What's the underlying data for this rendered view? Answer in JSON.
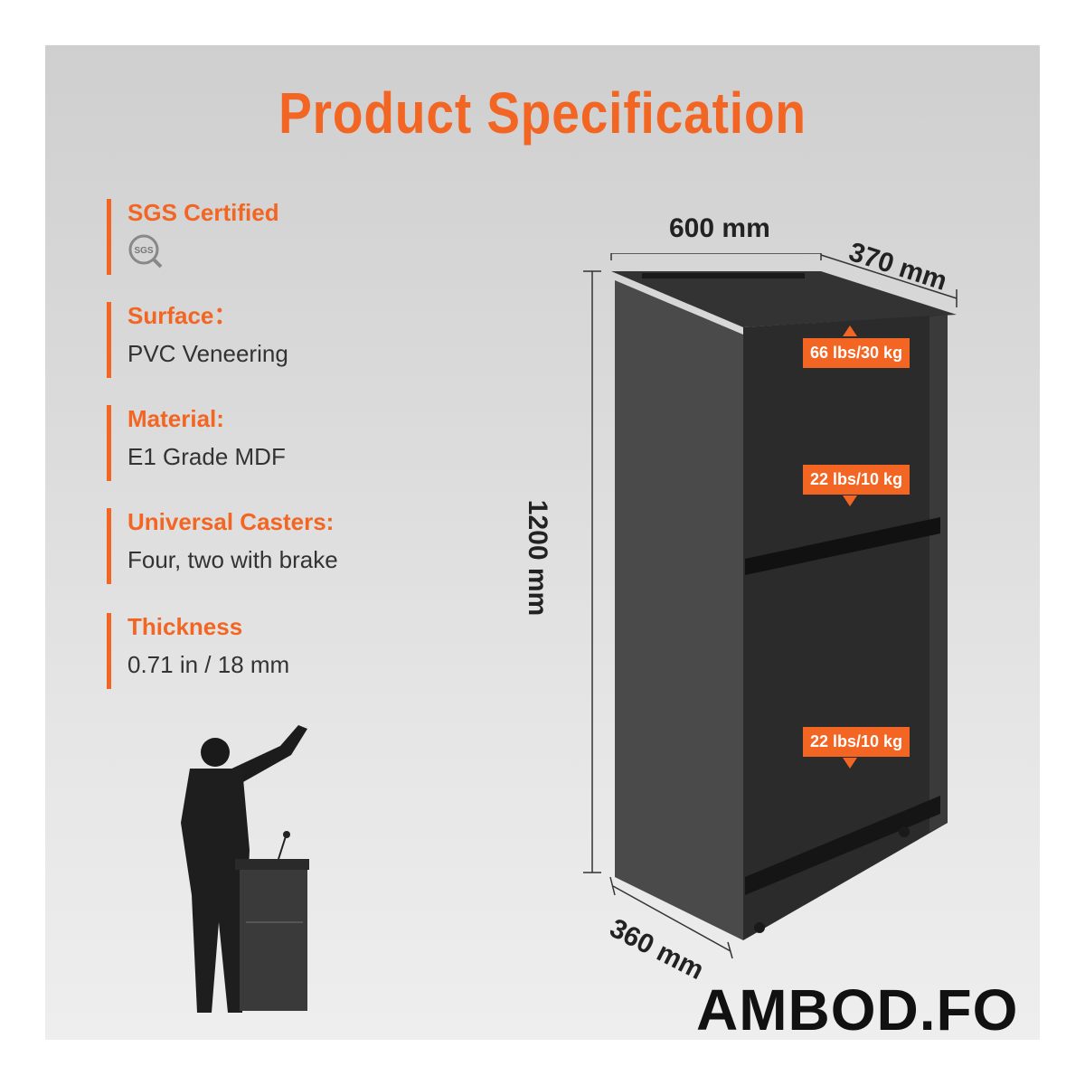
{
  "title": "Product Specification",
  "specs": [
    {
      "label": "SGS Certified",
      "value": "",
      "icon_text": "SGS"
    },
    {
      "label": "Surface：",
      "value": "PVC Veneering"
    },
    {
      "label": "Material:",
      "value": "E1 Grade MDF"
    },
    {
      "label": "Universal Casters:",
      "value": "Four, two with brake"
    },
    {
      "label": "Thickness",
      "value": "0.71 in / 18 mm"
    }
  ],
  "dimensions": {
    "width": "600 mm",
    "depth_top": "370 mm",
    "height": "1200 mm",
    "depth_bottom": "360 mm"
  },
  "loads": {
    "top": "66 lbs/30 kg",
    "middle": "22 lbs/10 kg",
    "bottom": "22 lbs/10 kg"
  },
  "brand": "AMBOD.FO",
  "colors": {
    "accent": "#f26522",
    "text": "#333333"
  }
}
